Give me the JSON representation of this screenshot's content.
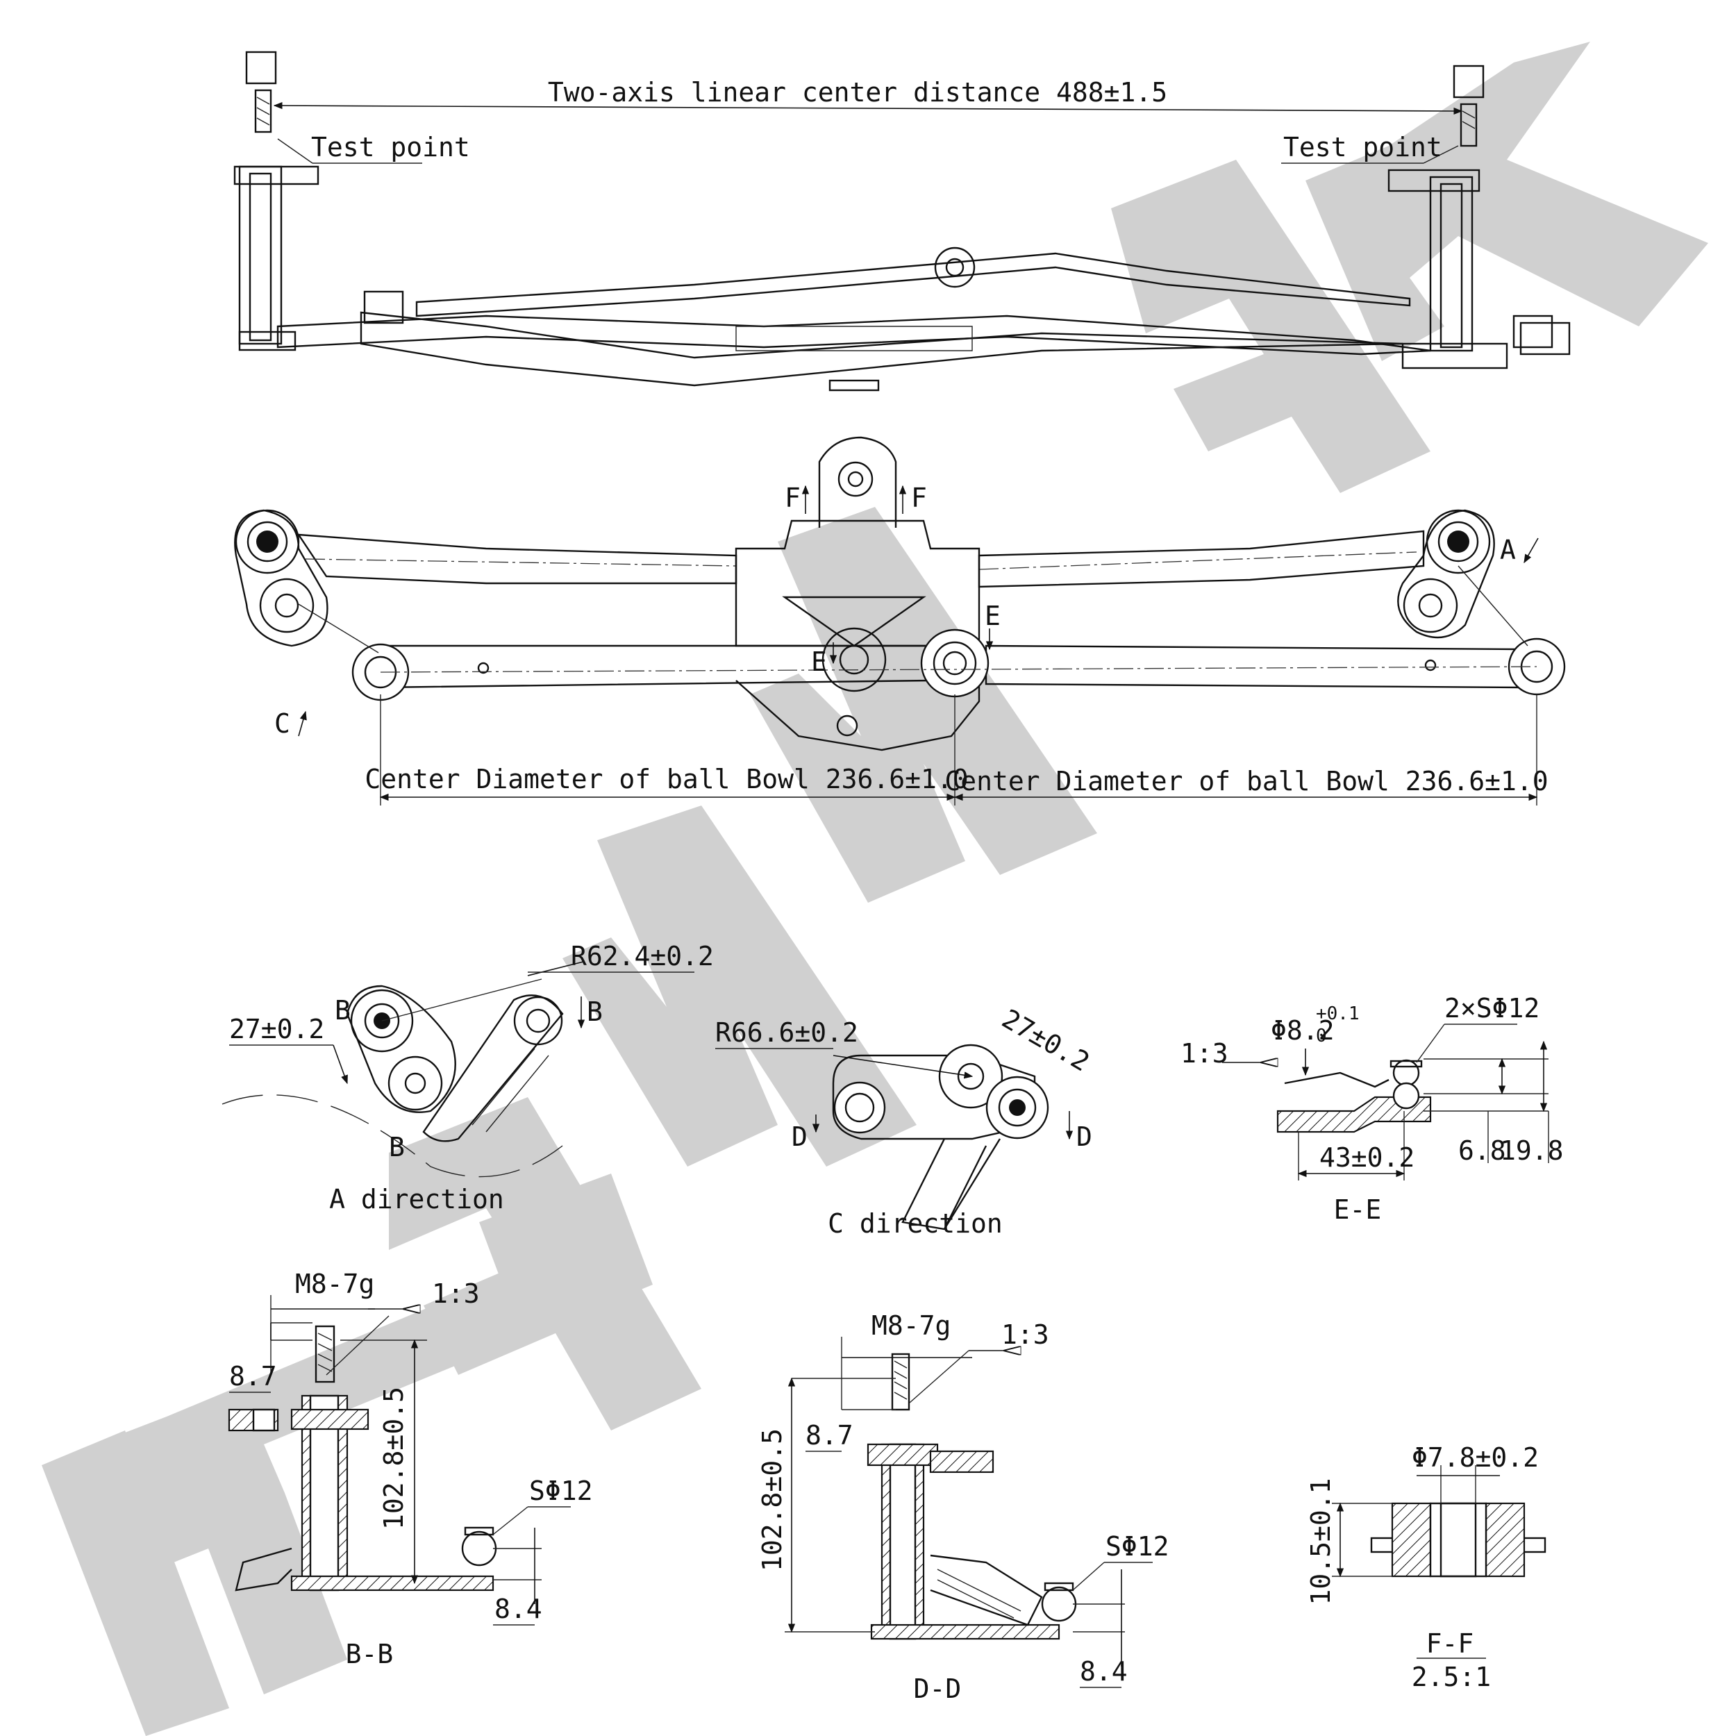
{
  "watermark": {
    "text": "ZENNEK",
    "color": "#d0d0d0"
  },
  "top_view": {
    "center_distance": "Two-axis linear center distance 488±1.5",
    "test_point_left": "Test point",
    "test_point_right": "Test point"
  },
  "plan_view": {
    "section_f_left": "F",
    "section_f_right": "F",
    "section_e_left": "E",
    "section_e_right": "E",
    "view_a_arrow": "A",
    "view_c_arrow": "C",
    "ball_bowl_left": "Center Diameter of ball Bowl 236.6±1.0",
    "ball_bowl_right": "Center Diameter of ball Bowl 236.6±1.0"
  },
  "view_a": {
    "radius": "R62.4±0.2",
    "angle": "27±0.2",
    "section_b_top": "B",
    "section_b_right": "B",
    "section_b_bottom": "B",
    "caption": "A direction"
  },
  "view_c": {
    "radius": "R66.6±0.2",
    "angle": "27±0.2",
    "section_d_left": "D",
    "section_d_right": "D",
    "caption": "C direction"
  },
  "section_ee": {
    "scale_ratio": "1:3",
    "bore": "Φ8.2",
    "bore_tol_upper": "+0.1",
    "bore_tol_lower": "0",
    "ball": "2×SΦ12",
    "length": "43±0.2",
    "offset_small": "6.8",
    "offset_large": "19.8",
    "caption": "E-E"
  },
  "section_bb": {
    "thread": "M8-7g",
    "taper": "1:3",
    "thread_height": "8.7",
    "height": "102.8±0.5",
    "ball": "SΦ12",
    "ball_offset": "8.4",
    "caption": "B-B"
  },
  "section_dd": {
    "thread": "M8-7g",
    "taper": "1:3",
    "thread_height": "8.7",
    "height": "102.8±0.5",
    "ball": "SΦ12",
    "ball_offset": "8.4",
    "caption": "D-D"
  },
  "section_ff": {
    "diameter": "Φ7.8±0.2",
    "height": "10.5±0.1",
    "caption": "F-F",
    "scale": "2.5:1"
  }
}
